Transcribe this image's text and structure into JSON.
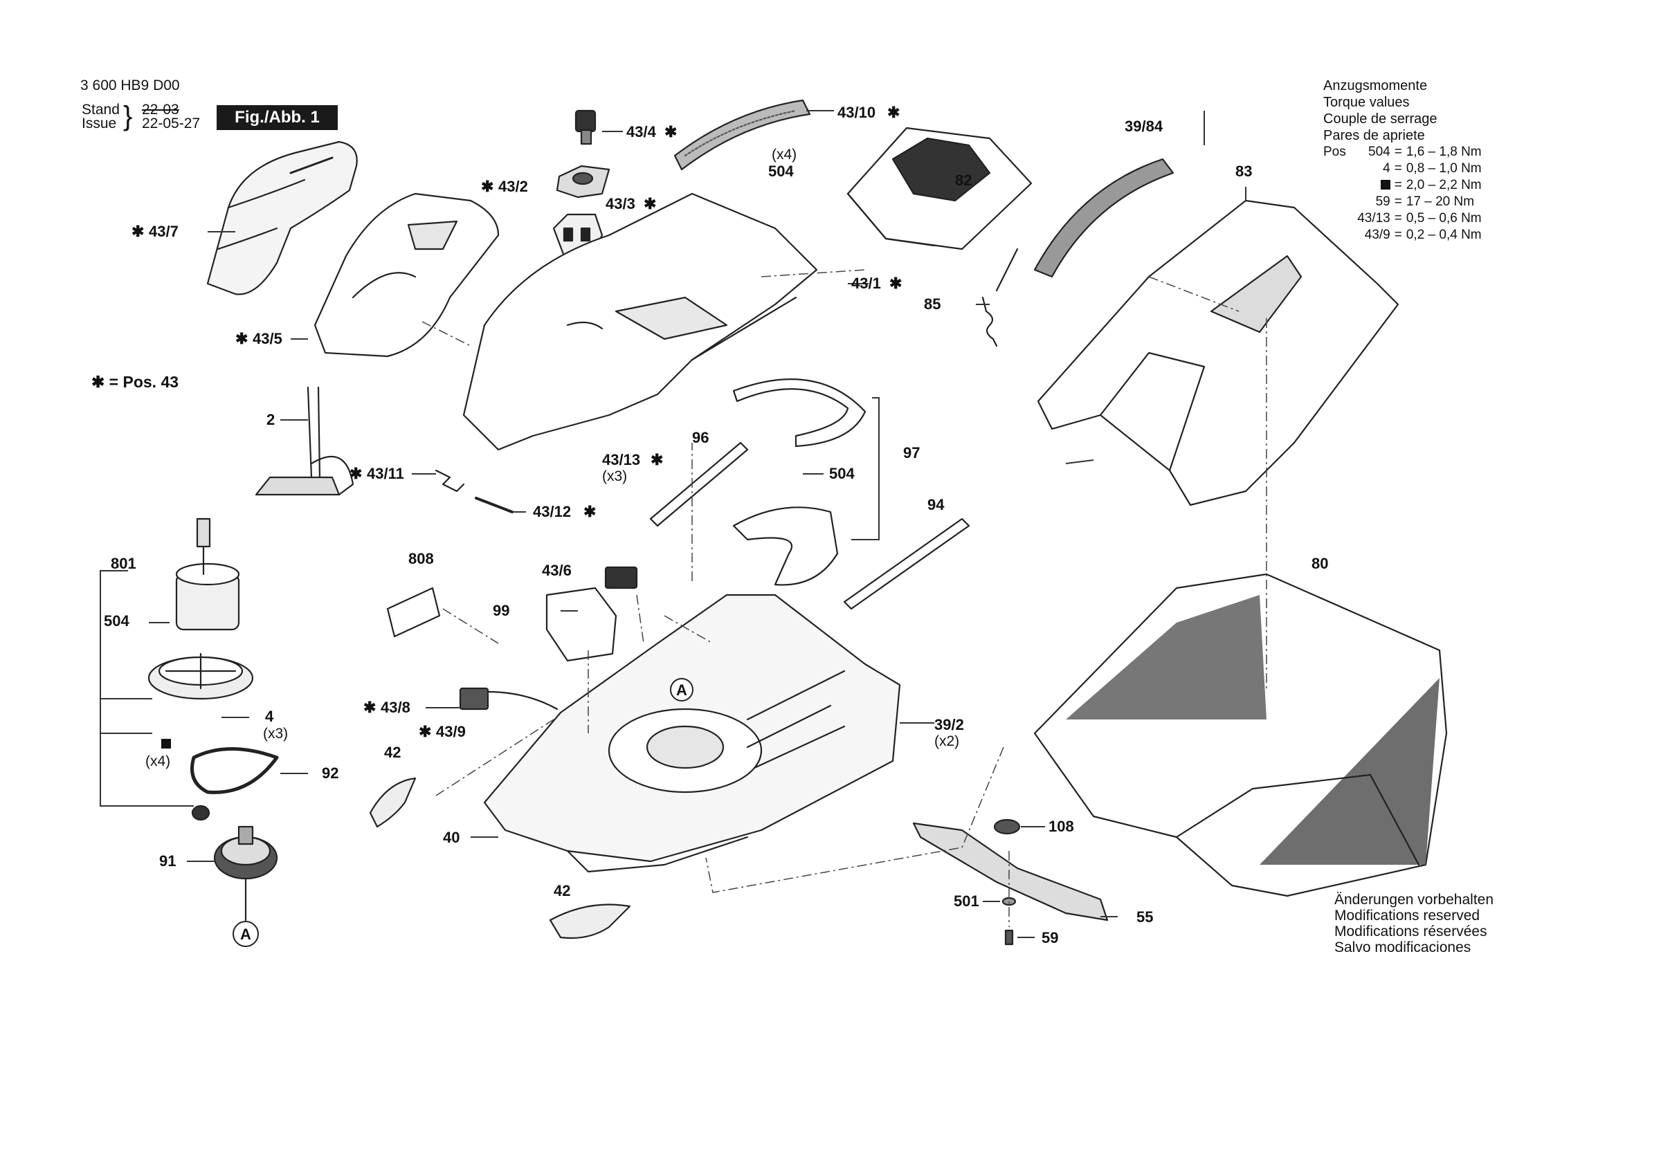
{
  "header": {
    "doc_number": "3 600 HB9 D00",
    "stand_label": "Stand",
    "issue_label": "Issue",
    "stand_date_struck": "22-03",
    "issue_date": "22-05-27",
    "fig_label": "Fig./Abb. 1"
  },
  "legend": {
    "star_note": "= Pos.  43"
  },
  "torque": {
    "titles": [
      "Anzugsmomente",
      "Torque values",
      "Couple de serrage",
      "Pares de apriete"
    ],
    "pos_label": "Pos",
    "rows": [
      {
        "pos": "504",
        "value": "1,6 – 1,8 Nm"
      },
      {
        "pos": "4",
        "value": "0,8 – 1,0 Nm"
      },
      {
        "pos": "",
        "value": "2,0 – 2,2 Nm"
      },
      {
        "pos": "59",
        "value": "17 – 20 Nm"
      },
      {
        "pos": "43/13",
        "value": "0,5 – 0,6 Nm"
      },
      {
        "pos": "43/9",
        "value": "0,2 – 0,4 Nm"
      }
    ]
  },
  "modifications": [
    "Änderungen vorbehalten",
    "Modifications reserved",
    "Modifications réservées",
    "Salvo modificaciones"
  ],
  "labels": {
    "p43_4": "43/4",
    "p43_10": "43/10",
    "p39_84": "39/84",
    "p83": "83",
    "x4_top": "(x4)",
    "p504_top": "504",
    "p82": "82",
    "p43_2": "43/2",
    "p43_3": "43/3",
    "p43_7": "43/7",
    "p43_1": "43/1",
    "p85": "85",
    "p43_5": "43/5",
    "p2": "2",
    "p43_13": "43/13",
    "x3_a": "(x3)",
    "p96": "96",
    "p97": "97",
    "p43_11": "43/11",
    "p504_mid": "504",
    "p43_12": "43/12",
    "p94": "94",
    "p801": "801",
    "p808": "808",
    "p43_6": "43/6",
    "p80": "80",
    "p504_left": "504",
    "p99": "99",
    "circleA_1": "A",
    "p43_8": "43/8",
    "p39_2": "39/2",
    "x2": "(x2)",
    "p4": "4",
    "x3_b": "(x3)",
    "p43_9": "43/9",
    "x4_left": "(x4)",
    "p42_a": "42",
    "p92": "92",
    "p108": "108",
    "p40": "40",
    "p91": "91",
    "p42_b": "42",
    "p501": "501",
    "p55": "55",
    "circleA_2": "A",
    "p59": "59"
  }
}
